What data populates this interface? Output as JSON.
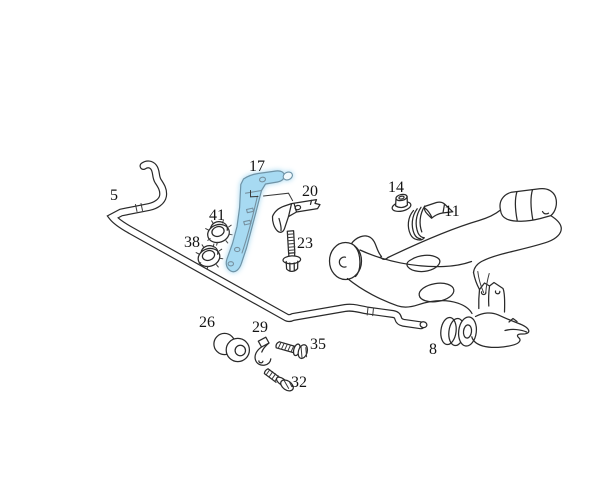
{
  "diagram": {
    "type": "exploded-parts-diagram",
    "highlighted_part": "17",
    "parts": [
      {
        "label": "5",
        "name": "stabilizer-bar"
      },
      {
        "label": "17",
        "name": "stabilizer-link-bracket",
        "highlighted": true
      },
      {
        "label": "20",
        "name": "mounting-bracket"
      },
      {
        "label": "23",
        "name": "hex-flange-bolt"
      },
      {
        "label": "41",
        "name": "serrated-flange-nut-upper"
      },
      {
        "label": "38",
        "name": "serrated-flange-nut-lower"
      },
      {
        "label": "14",
        "name": "flange-nut"
      },
      {
        "label": "11",
        "name": "clamp-bracket"
      },
      {
        "label": "8",
        "name": "lower-control-arm"
      },
      {
        "label": "26",
        "name": "stabilizer-bushing"
      },
      {
        "label": "29",
        "name": "bushing-clamp"
      },
      {
        "label": "35",
        "name": "hex-bolt-horizontal"
      },
      {
        "label": "32",
        "name": "hex-bolt-angled"
      }
    ]
  },
  "colors": {
    "line": "#2a2a2a",
    "label": "#141414",
    "highlight_fill": "#a7daf2",
    "highlight_stroke": "#6f93a6",
    "background": "#ffffff"
  }
}
